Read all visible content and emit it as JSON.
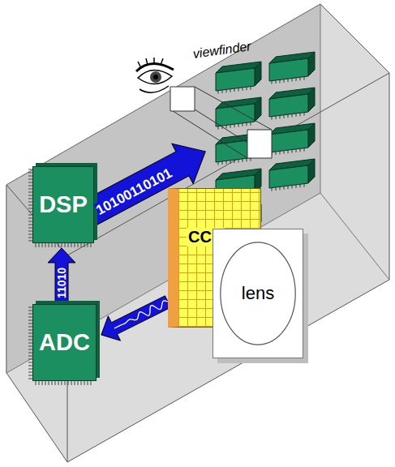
{
  "diagram": {
    "nodes": [
      {
        "text": [
          "DSP"
        ]
      },
      {
        "text": [
          "CCD"
        ]
      },
      {
        "text": [
          "lens"
        ]
      },
      {
        "text": [
          "ADC"
        ]
      }
    ],
    "edges": [
      {
        "from": 3,
        "to": 0,
        "arrow": "to",
        "label": "11010"
      },
      {
        "from": 1,
        "to": 3,
        "arrow": "to"
      }
    ],
    "labels": [
      "viewfinder",
      "10100110101"
    ]
  }
}
